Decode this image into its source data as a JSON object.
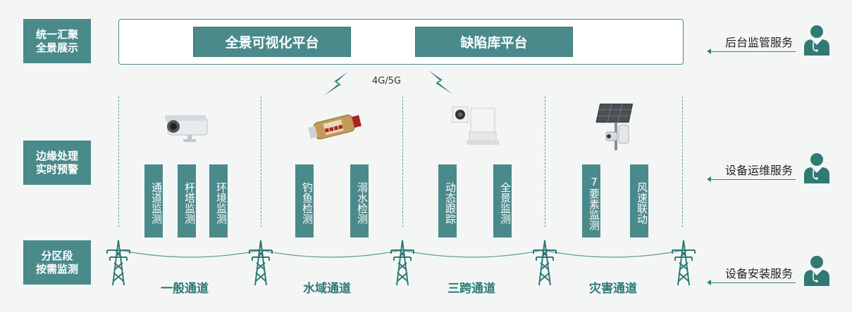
{
  "rows": [
    {
      "label": "统一汇聚\n全景展示"
    },
    {
      "label": "边缘处理\n实时预警"
    },
    {
      "label": "分区段\n按需监测"
    }
  ],
  "platforms": [
    "全景可视化平台",
    "缺陷库平台"
  ],
  "network": "4G/5G",
  "services": [
    "后台监管服务",
    "设备运维服务",
    "设备安装服务"
  ],
  "functions": [
    {
      "text": "通道监测"
    },
    {
      "text": "杆塔监测"
    },
    {
      "text": "环境监测"
    },
    {
      "text": "钓鱼检测"
    },
    {
      "text": "溺水检测"
    },
    {
      "text": "动态跟踪"
    },
    {
      "text": "全景监测"
    },
    {
      "text": "7要素监测"
    },
    {
      "text": "风速联动"
    }
  ],
  "channels": [
    "一般通道",
    "水域通道",
    "三跨通道",
    "灾害通道"
  ],
  "devices": [
    "bullet-camera",
    "hydro-detector",
    "ptz-camera",
    "weather-station"
  ],
  "icons": [
    "lightning-icon",
    "person-icon",
    "tower-icon"
  ],
  "colors": {
    "accent": "#4a8a8b",
    "channel_text": "#2f7a73",
    "background": "#f4f6f6"
  }
}
